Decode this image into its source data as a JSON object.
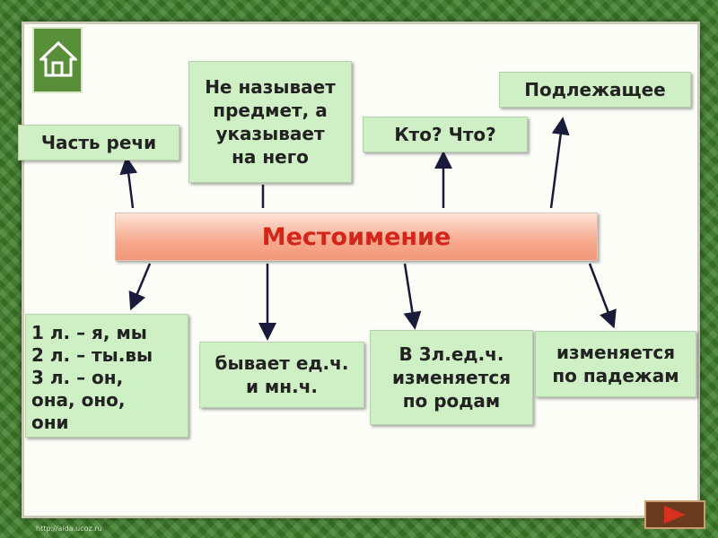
{
  "diagram": {
    "center": "Местоимение",
    "top": {
      "part_of_speech": "Часть речи",
      "points_not_names": [
        "Не называет",
        "предмет, а",
        "указывает",
        "на него"
      ],
      "questions": "Кто? Что?",
      "subject": "Подлежащее"
    },
    "bottom": {
      "persons": [
        "1 л. – я, мы",
        "2 л. – ты.вы",
        "3 л. – он,",
        "она, оно,",
        "они"
      ],
      "number": [
        "бывает ед.ч.",
        "и мн.ч."
      ],
      "gender": [
        "В 3л.ед.ч.",
        "изменяется",
        "по родам"
      ],
      "cases": [
        "изменяется",
        "по падежам"
      ]
    }
  },
  "colors": {
    "box_fill": "#cff0c4",
    "main_text": "#d4251b",
    "border_green": "#3f7d2a"
  },
  "icons": {
    "home": "home-icon",
    "next": "arrow-right-icon"
  },
  "watermark": "http://aida.ucoz.ru"
}
